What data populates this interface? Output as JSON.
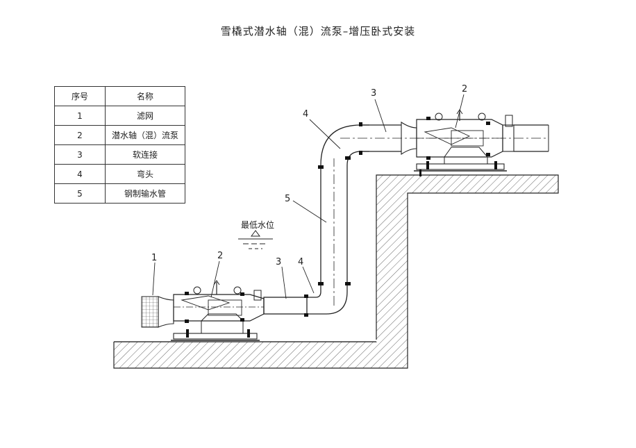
{
  "title": "雪橇式潜水轴（混）流泵–增压卧式安装",
  "legend": {
    "headers": [
      "序号",
      "名称"
    ],
    "rows": [
      {
        "no": "1",
        "name": "滤网"
      },
      {
        "no": "2",
        "name": "潜水轴（混）流泵"
      },
      {
        "no": "3",
        "name": "软连接"
      },
      {
        "no": "4",
        "name": "弯头"
      },
      {
        "no": "5",
        "name": "钢制输水管"
      }
    ]
  },
  "water_level_label": "最低水位",
  "callouts": {
    "screen_1": "1",
    "lower_pump_2": "2",
    "lower_joint_3": "3",
    "lower_elbow_4": "4",
    "riser_pipe_5": "5",
    "upper_elbow_4": "4",
    "upper_joint_3": "3",
    "upper_pump_2": "2"
  }
}
